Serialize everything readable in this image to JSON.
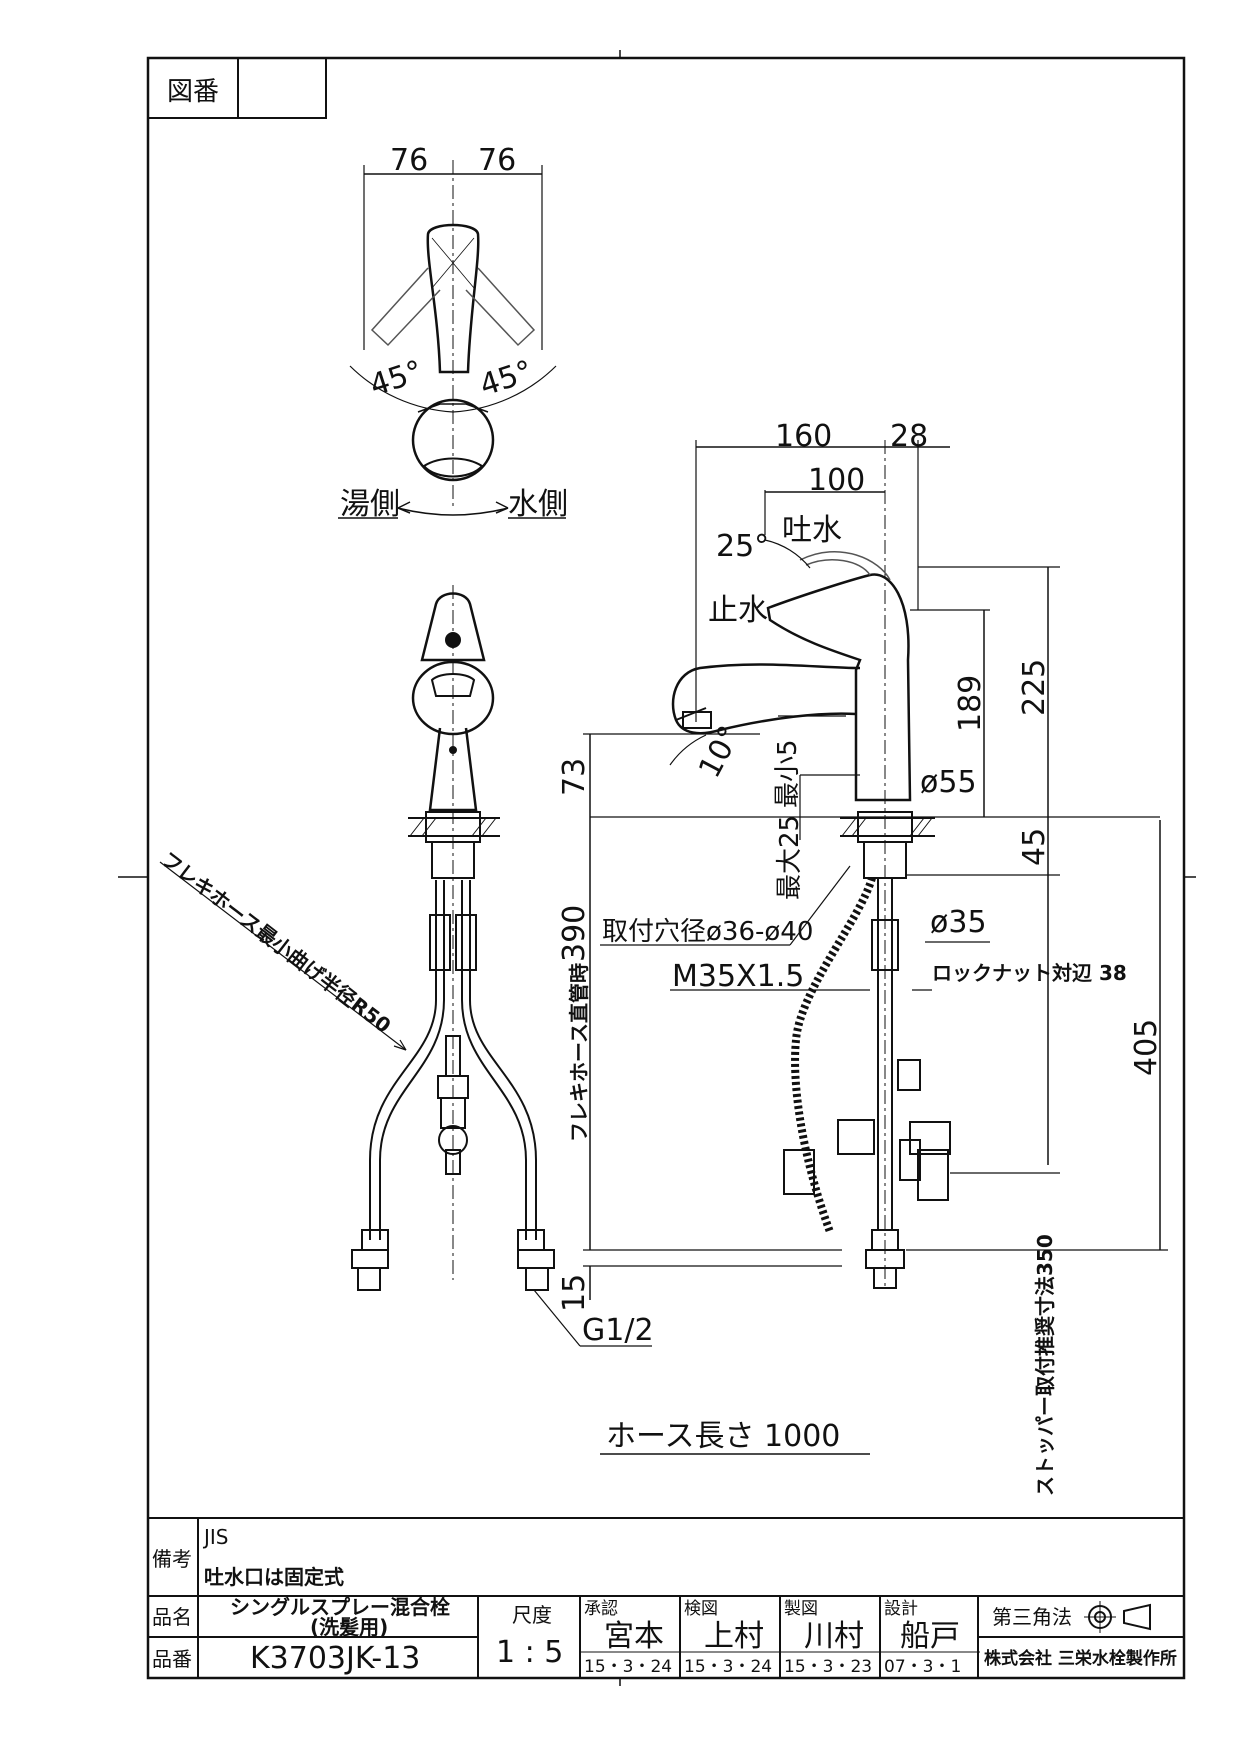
{
  "drawing_number_label": "図番",
  "top_view": {
    "dim_left": "76",
    "dim_right": "76",
    "angle_left": "45°",
    "angle_right": "45°",
    "hot_side": "湯側",
    "cold_side": "水側"
  },
  "side_view": {
    "dim_160": "160",
    "dim_28": "28",
    "dim_100": "100",
    "angle_25": "25°",
    "spout_open": "吐水",
    "spout_close": "止水",
    "dim_225": "225",
    "dim_189": "189",
    "dim_73": "73",
    "angle_10": "10°",
    "dia_55": "ø55",
    "min_5": "最小5",
    "max_25": "最大25",
    "dim_45": "45",
    "dim_390": "390",
    "hose_straight": "フレキホース直管時",
    "mount_hole": "取付穴径ø36-ø40",
    "dia_35": "ø35",
    "thread": "M35X1.5",
    "locknut": "ロックナット対辺 38",
    "dim_405": "405",
    "dim_15": "15",
    "g12": "G1/2",
    "stopper": "ストッパー取付推奨寸法350"
  },
  "front_view": {
    "bend_radius": "フレキホース最小曲げ半径R50"
  },
  "hose_length": "ホース長さ  1000",
  "title_block": {
    "remarks_label": "備考",
    "remark_1": "JIS",
    "remark_2": "吐水口は固定式",
    "name_label": "品名",
    "product_name_1": "シングルスプレー混合栓",
    "product_name_2": "(洗髪用)",
    "number_label": "品番",
    "product_number": "K3703JK-13",
    "scale_label": "尺度",
    "scale_value": "1 : 5",
    "approved_label": "承認",
    "approved_name": "宮本",
    "approved_date": "15・3・24",
    "checked_label": "検図",
    "checked_name": "上村",
    "checked_date": "15・3・24",
    "drawn_label": "製図",
    "drawn_name": "川村",
    "drawn_date": "15・3・23",
    "design_label": "設計",
    "design_name": "船戸",
    "design_date": "07・3・1",
    "projection_label": "第三角法",
    "company": "株式会社 三栄水栓製作所"
  }
}
